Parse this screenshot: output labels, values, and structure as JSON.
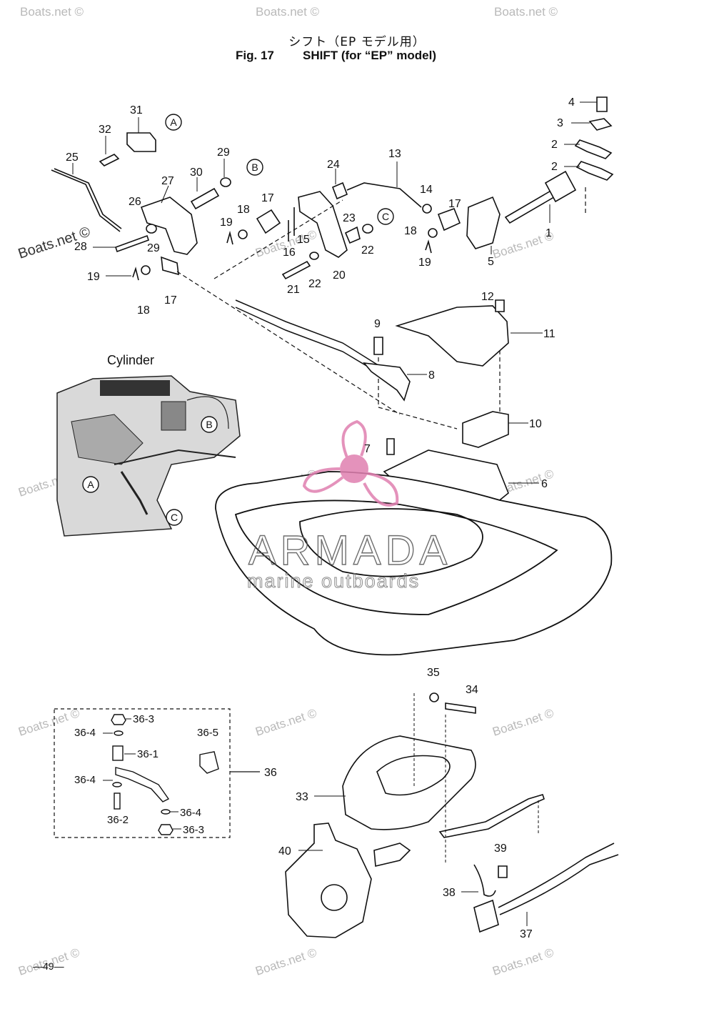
{
  "header": {
    "title_jp": "シフト（EP モデル用）",
    "fig_label": "Fig. 17",
    "title_en": "SHIFT (for “EP” model)"
  },
  "footer": {
    "page_number": "—49—"
  },
  "cylinder_inset": {
    "label": "Cylinder"
  },
  "ref_markers": [
    "A",
    "B",
    "C"
  ],
  "watermarks": {
    "site": "Boats.net ©",
    "brand": "ARMADA",
    "brand_sub": "marine outboards",
    "brand_color": "#e07fb0"
  },
  "callouts": {
    "c1": "1",
    "c2a": "2",
    "c2b": "2",
    "c3": "3",
    "c4": "4",
    "c5": "5",
    "c6": "6",
    "c7": "7",
    "c8": "8",
    "c9": "9",
    "c10": "10",
    "c11": "11",
    "c12": "12",
    "c13": "13",
    "c14": "14",
    "c15": "15",
    "c16": "16",
    "c17a": "17",
    "c17b": "17",
    "c17c": "17",
    "c18a": "18",
    "c18b": "18",
    "c18c": "18",
    "c19a": "19",
    "c19b": "19",
    "c19c": "19",
    "c20": "20",
    "c21": "21",
    "c22a": "22",
    "c22b": "22",
    "c23": "23",
    "c24": "24",
    "c25": "25",
    "c26": "26",
    "c27": "27",
    "c28": "28",
    "c29a": "29",
    "c29b": "29",
    "c30": "30",
    "c31": "31",
    "c32": "32",
    "c33": "33",
    "c34": "34",
    "c35": "35",
    "c36": "36",
    "c36_1": "36-1",
    "c36_2": "36-2",
    "c36_3a": "36-3",
    "c36_3b": "36-3",
    "c36_4a": "36-4",
    "c36_4b": "36-4",
    "c36_4c": "36-4",
    "c36_5": "36-5",
    "c37": "37",
    "c38": "38",
    "c39": "39",
    "c40": "40"
  }
}
